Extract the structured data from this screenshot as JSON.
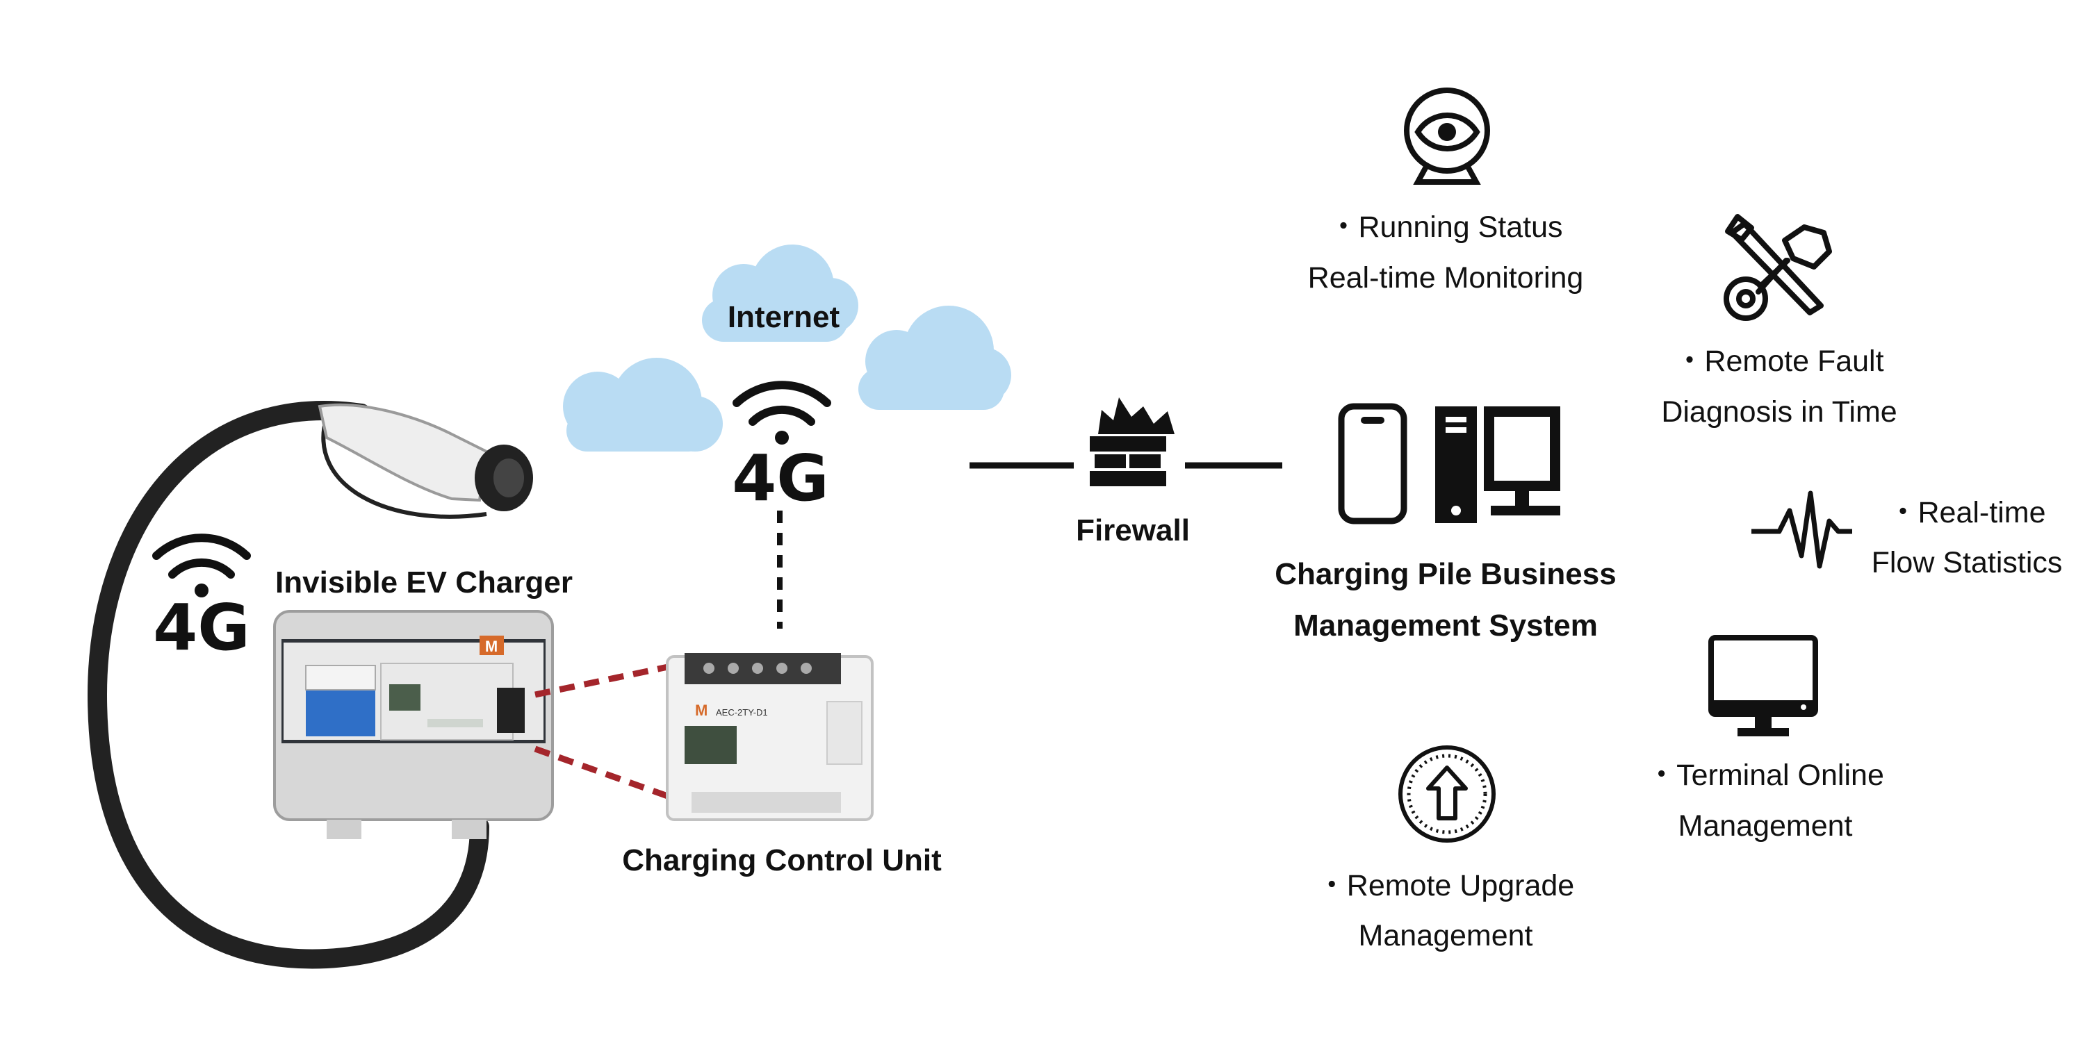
{
  "labels": {
    "internet": "Internet",
    "signal_text": "4G",
    "firewall": "Firewall",
    "charger": "Invisible EV Charger",
    "control_unit": "Charging Control Unit",
    "system_line1": "Charging Pile Business",
    "system_line2": "Management System"
  },
  "features": {
    "monitoring": [
      "・Running Status",
      "Real-time Monitoring"
    ],
    "diagnosis": [
      "・Remote Fault",
      "Diagnosis in Time"
    ],
    "flow": [
      "・Real-time",
      "Flow Statistics"
    ],
    "terminal": [
      "・Terminal Online",
      "Management"
    ],
    "upgrade": [
      "・Remote Upgrade",
      "Management"
    ]
  },
  "device_markings": {
    "brand_mark": "M",
    "model": "AEC-2TY-D1"
  },
  "colors": {
    "cloud": "#b9dcf3",
    "link_dashed_red": "#a4252b",
    "line": "#111111",
    "enclosure": "#d7d7d7",
    "breaker_blue": "#2f6fc7"
  }
}
